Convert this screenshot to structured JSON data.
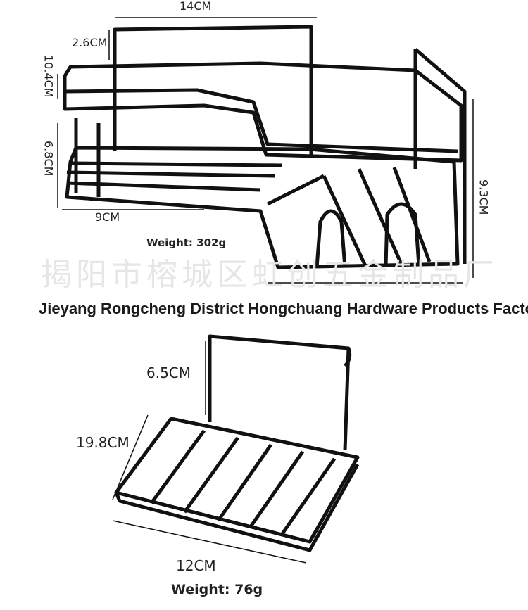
{
  "product1": {
    "dimensions": {
      "width_top": "14CM",
      "depth_top": "2.6CM",
      "height_back": "10.4CM",
      "height_side": "6.8CM",
      "bottom_width": "9CM",
      "right_height": "9.3CM"
    },
    "weight": "Weight: 302g"
  },
  "factory_name": "Jieyang Rongcheng District Hongchuang Hardware Products Factory",
  "watermark": "揭阳市榕城区虹创五金制品厂",
  "product2": {
    "dimensions": {
      "hook_height": "6.5CM",
      "depth": "19.8CM",
      "width": "12CM"
    },
    "weight": "Weight: 76g"
  }
}
